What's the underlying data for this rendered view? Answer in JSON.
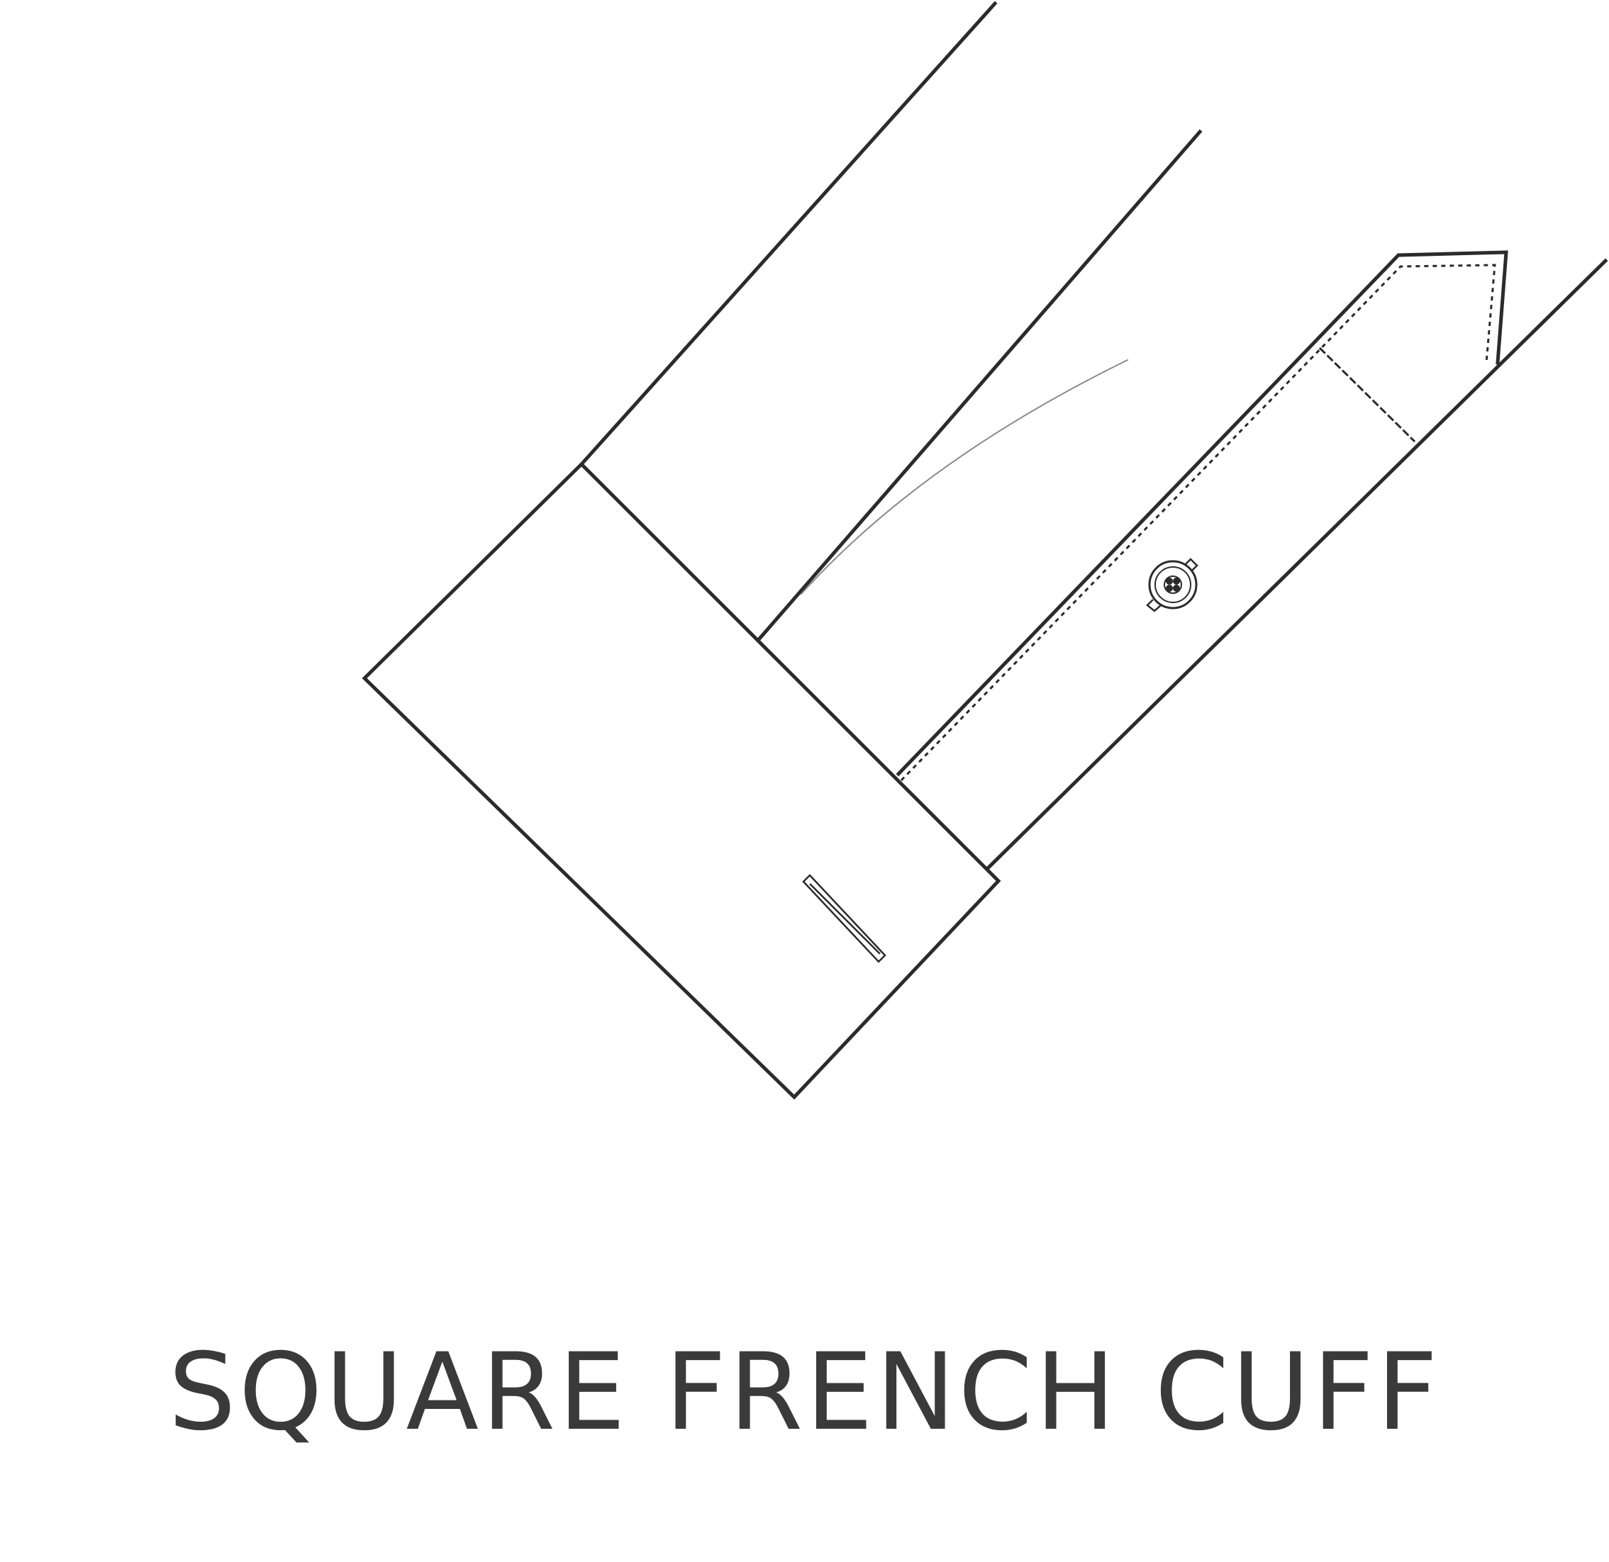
{
  "caption": {
    "text": "SQUARE FRENCH CUFF",
    "color": "#3a3a3a"
  },
  "illustration": {
    "subject": "shirt sleeve with square french cuff",
    "stroke_color": "#2b2b2b",
    "parts": [
      "sleeve",
      "cuff",
      "sleeve-placket",
      "placket-button",
      "cufflink-buttonhole"
    ]
  }
}
